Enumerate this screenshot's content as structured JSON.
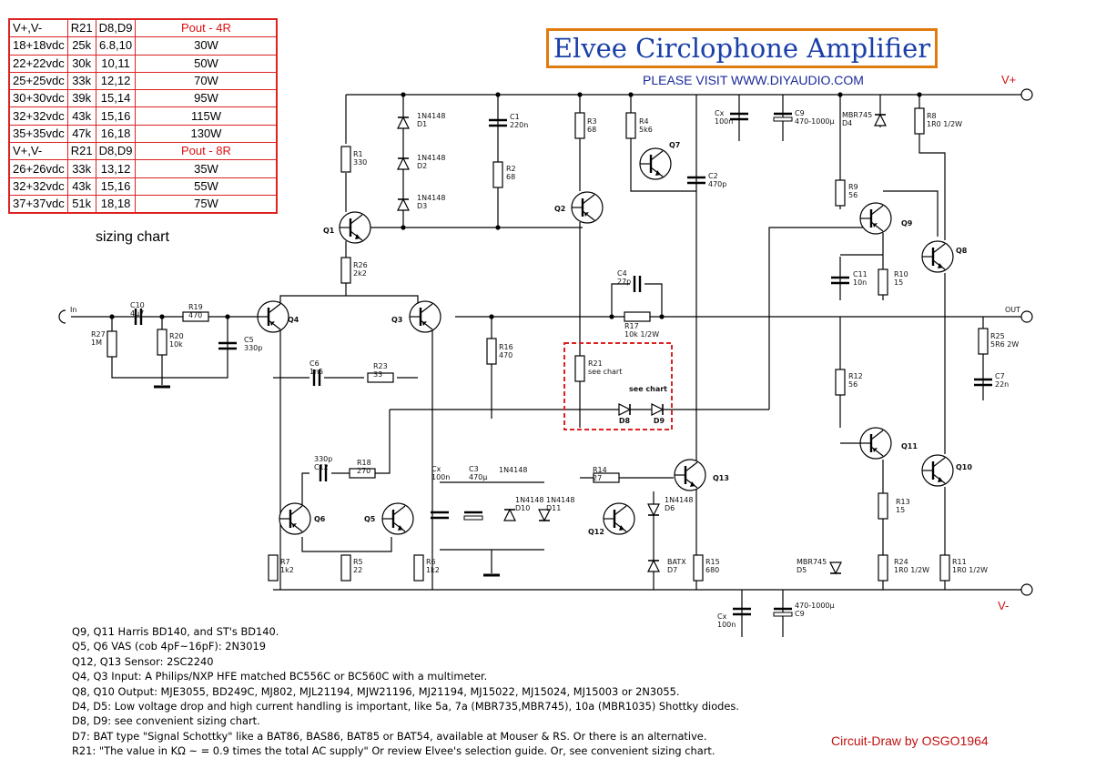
{
  "title": "Elvee Circlophone Amplifier",
  "visit": "PLEASE VISIT WWW.DIYAUDIO.COM",
  "rails": {
    "vplus": "V+",
    "vminus": "V-",
    "out": "OUT",
    "in": "In"
  },
  "sizing_caption": "sizing chart",
  "chart": {
    "header_4r": [
      "V+,V-",
      "R21",
      "D8,D9",
      "Pout - 4R"
    ],
    "rows_4r": [
      [
        "18+18vdc",
        "25k",
        "6.8,10",
        "30W"
      ],
      [
        "22+22vdc",
        "30k",
        "10,11",
        "50W"
      ],
      [
        "25+25vdc",
        "33k",
        "12,12",
        "70W"
      ],
      [
        "30+30vdc",
        "39k",
        "15,14",
        "95W"
      ],
      [
        "32+32vdc",
        "43k",
        "15,16",
        "115W"
      ],
      [
        "35+35vdc",
        "47k",
        "16,18",
        "130W"
      ]
    ],
    "header_8r": [
      "V+,V-",
      "R21",
      "D8,D9",
      "Pout - 8R"
    ],
    "rows_8r": [
      [
        "26+26vdc",
        "33k",
        "13,12",
        "35W"
      ],
      [
        "32+32vdc",
        "43k",
        "15,16",
        "55W"
      ],
      [
        "37+37vdc",
        "51k",
        "18,18",
        "75W"
      ]
    ]
  },
  "parts": {
    "R1": [
      "R1",
      "330"
    ],
    "R2": [
      "R2",
      "68"
    ],
    "R3": [
      "R3",
      "68"
    ],
    "R4": [
      "R4",
      "5k6"
    ],
    "R5": [
      "R5",
      "22"
    ],
    "R6": [
      "R6",
      "1k2"
    ],
    "R7": [
      "R7",
      "1k2"
    ],
    "R8": [
      "R8",
      "1R0 1/2W"
    ],
    "R9": [
      "R9",
      "56"
    ],
    "R10": [
      "R10",
      "15"
    ],
    "R11": [
      "R11",
      "1R0 1/2W"
    ],
    "R12": [
      "R12",
      "56"
    ],
    "R13": [
      "R13",
      "15"
    ],
    "R14": [
      "R14",
      "27"
    ],
    "R15": [
      "R15",
      "680"
    ],
    "R16": [
      "R16",
      "470"
    ],
    "R17": [
      "R17",
      "10k 1/2W"
    ],
    "R18": [
      "R18",
      "270"
    ],
    "R19": [
      "R19",
      "470"
    ],
    "R20": [
      "R20",
      "10k"
    ],
    "R21": [
      "R21",
      "see chart"
    ],
    "R23": [
      "R23",
      "33"
    ],
    "R24": [
      "R24",
      "1R0 1/2W"
    ],
    "R25": [
      "R25",
      "5R6 2W"
    ],
    "R26": [
      "R26",
      "2k2"
    ],
    "R27": [
      "R27",
      "1M"
    ],
    "C1": [
      "C1",
      "220n"
    ],
    "C2": [
      "C2",
      "470p"
    ],
    "C3": [
      "C3",
      "470µ"
    ],
    "C4": [
      "C4",
      "27p"
    ],
    "C5": [
      "C5",
      "330p"
    ],
    "C6": [
      "C6",
      "1n5"
    ],
    "C7": [
      "C7",
      "22n"
    ],
    "C9a": [
      "C9",
      "470-1000µ"
    ],
    "C9b": [
      "470-1000µ",
      "C9"
    ],
    "C10": [
      "C10",
      "4µ7"
    ],
    "C11": [
      "C11",
      "10n"
    ],
    "C12": [
      "330p",
      "C12"
    ],
    "Cx1": [
      "Cx",
      "100n"
    ],
    "Cx2": [
      "Cx",
      "100n"
    ],
    "Cx3": [
      "Cx",
      "100n"
    ],
    "D1": [
      "1N4148",
      "D1"
    ],
    "D2": [
      "1N4148",
      "D2"
    ],
    "D3": [
      "1N4148",
      "D3"
    ],
    "D4": [
      "MBR745",
      "D4"
    ],
    "D5": [
      "MBR745",
      "D5"
    ],
    "D6": [
      "1N4148",
      "D6"
    ],
    "D7": [
      "BATX",
      "D7"
    ],
    "D10": [
      "1N4148",
      "D10"
    ],
    "D11": [
      "1N4148",
      "D11"
    ],
    "D8": "D8",
    "D9": "D9",
    "D89note": "see chart",
    "Q1": "Q1",
    "Q2": "Q2",
    "Q3": "Q3",
    "Q4": "Q4",
    "Q5": "Q5",
    "Q6": "Q6",
    "Q7": "Q7",
    "Q8": "Q8",
    "Q9": "Q9",
    "Q10": "Q10",
    "Q11": "Q11",
    "Q12": "Q12",
    "Q13": "Q13"
  },
  "notes": [
    "Q9, Q11 Harris BD140, and ST's BD140.",
    "Q5, Q6 VAS (cob 4pF~16pF): 2N3019",
    "Q12, Q13 Sensor: 2SC2240",
    "Q4, Q3 Input: A Philips/NXP HFE matched BC556C or BC560C with a multimeter.",
    "Q8, Q10 Output: MJE3055, BD249C, MJ802, MJL21194, MJW21196, MJ21194, MJ15022, MJ15024, MJ15003 or 2N3055.",
    "D4, D5: Low voltage drop and high current handling is important, like 5a, 7a (MBR735,MBR745), 10a (MBR1035) Shottky diodes.",
    "D8, D9: see convenient sizing chart.",
    "D7: BAT type \"Signal Schottky\" like a BAT86, BAS86, BAT85 or BAT54, available at Mouser & RS. Or there is an alternative.",
    "R21: \"The value in KΩ ~ = 0.9 times the total AC supply\" Or review Elvee's selection guide. Or, see convenient sizing chart."
  ],
  "credit": "Circuit-Draw by OSGO1964"
}
